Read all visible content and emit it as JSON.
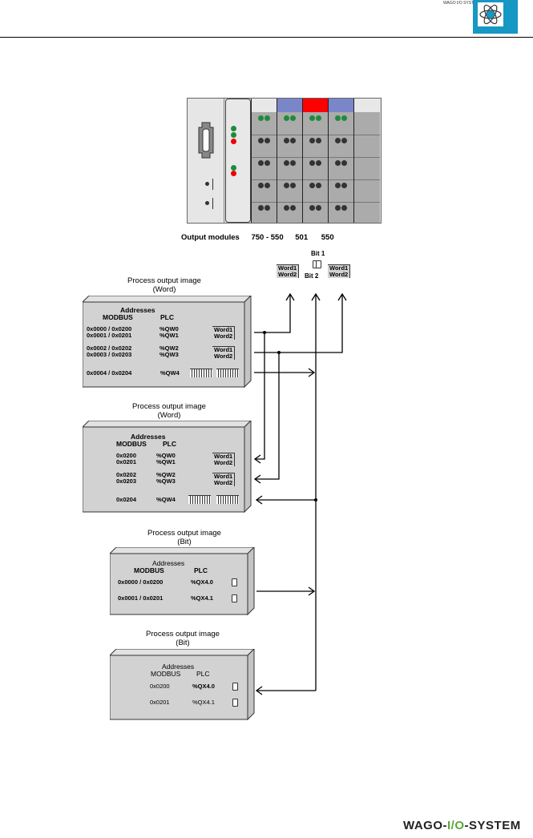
{
  "header": {
    "small_text": "WAGO I/O SYSTEM",
    "logo_icon": "atom-icon",
    "logo_color": "#1697c4"
  },
  "footer": {
    "brand_left": "WAGO-",
    "brand_io": "I/O",
    "brand_right": "-SYSTEM"
  },
  "hardware": {
    "label_prefix": "Output modules",
    "module_labels": [
      "750 - 550",
      "501",
      "550"
    ],
    "module_header_colors": [
      "#e8e8e8",
      "#7a86c8",
      "#ff0000",
      "#7a86c8",
      "#e8e8e8"
    ]
  },
  "top_tags": {
    "word_left": [
      "Word1",
      "Word2"
    ],
    "bit1": "Bit 1",
    "bit2": "Bit 2",
    "word_right": [
      "Word1",
      "Word2"
    ]
  },
  "images": [
    {
      "title": "Process output image",
      "subtitle": "(Word)",
      "addresses": "Addresses",
      "col_modbus": "MODBUS",
      "col_plc": "PLC",
      "rows": [
        {
          "modbus": "0x0000 / 0x0200\n0x0001 / 0x0201",
          "plc": "%QW0\n%QW1",
          "tag": "Word1\nWord2"
        },
        {
          "modbus": "0x0002 / 0x0202\n0x0003 / 0x0203",
          "plc": "%QW2\n%QW3",
          "tag": "Word1\nWord2"
        },
        {
          "modbus": "0x0004 / 0x0204",
          "plc": "%QW4",
          "tag": ""
        }
      ]
    },
    {
      "title": "Process output image",
      "subtitle": "(Word)",
      "addresses": "Addresses",
      "col_modbus": "MODBUS",
      "col_plc": "PLC",
      "rows": [
        {
          "modbus": "0x0200\n0x0201",
          "plc": "%QW0\n%QW1",
          "tag": "Word1\nWord2"
        },
        {
          "modbus": "0x0202\n0x0203",
          "plc": "%QW2\n%QW3",
          "tag": "Word1\nWord2"
        },
        {
          "modbus": "0x0204",
          "plc": "%QW4",
          "tag": ""
        }
      ]
    },
    {
      "title": "Process output image",
      "subtitle": "(Bit)",
      "addresses": "Addresses",
      "col_modbus": "MODBUS",
      "col_plc": "PLC",
      "rows": [
        {
          "modbus": "0x0000 / 0x0200",
          "plc": "%QX4.0"
        },
        {
          "modbus": "0x0001 / 0x0201",
          "plc": "%QX4.1"
        }
      ]
    },
    {
      "title": "Process output image",
      "subtitle": "(Bit)",
      "addresses": "Addresses",
      "col_modbus": "MODBUS",
      "col_plc": "PLC",
      "rows": [
        {
          "modbus": "0x0200",
          "plc": "%QX4.0"
        },
        {
          "modbus": "0x0201",
          "plc": "%QX4.1"
        }
      ]
    }
  ]
}
